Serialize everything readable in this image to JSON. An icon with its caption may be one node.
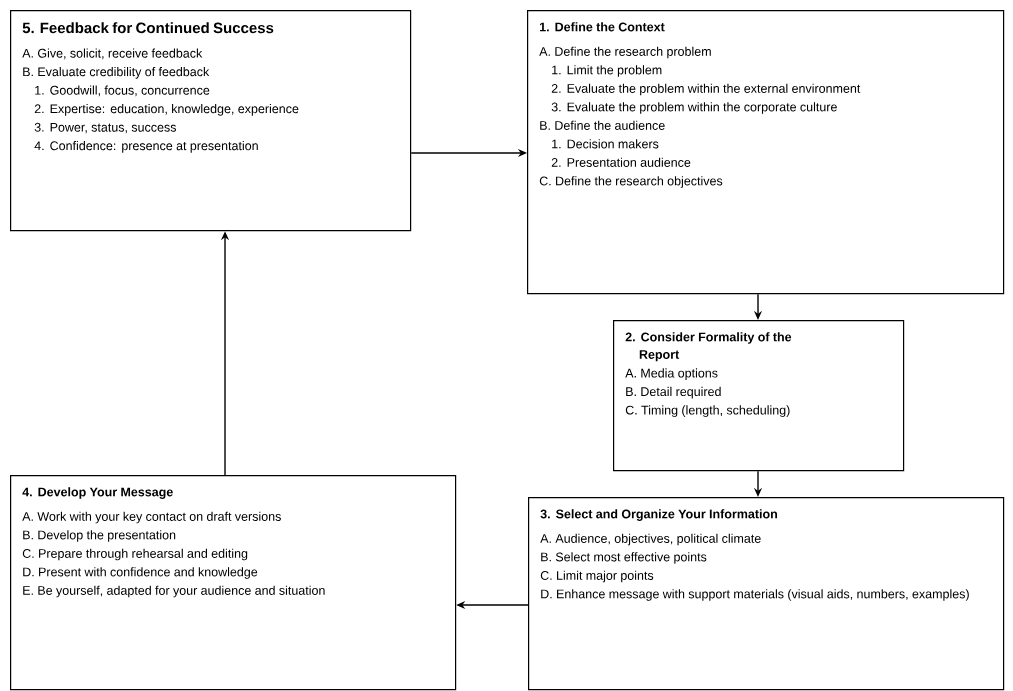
{
  "diagram": {
    "nodes": [
      {
        "text": [
          "5. Feedback for Continued Success",
          "A. Give, solicit, receive feedback",
          "B. Evaluate credibility of feedback",
          "1. Goodwill, focus, concurrence",
          "2. Expertise: education, knowledge, experience",
          "3. Power, status, success",
          "4. Confidence: presence at presentation"
        ]
      },
      {
        "text": [
          "1. Define the Context",
          "A. Define the research problem",
          "1. Limit the problem",
          "2. Evaluate the problem within the external environment",
          "3. Evaluate the problem within the corporate culture",
          "B. Define the audience",
          "1. Decision makers",
          "2. Presentation audience",
          "C. Define the research objectives"
        ]
      },
      {
        "text": [
          "2. Consider Formality of the Report",
          "A. Media options",
          "B. Detail required",
          "C. Timing (length, scheduling)"
        ]
      },
      {
        "text": [
          "3. Select and Organize Your Information",
          "A. Audience, objectives, political climate",
          "B. Select most effective points",
          "C. Limit major points",
          "D. Enhance message with support materials (visual aids, numbers, examples)"
        ]
      },
      {
        "text": [
          "4. Develop Your Message",
          "A. Work with your key contact on draft versions",
          "B. Develop the presentation",
          "C. Prepare through rehearsal and editing",
          "D. Present with confidence and knowledge",
          "E. Be yourself, adapted for your audience and situation"
        ]
      }
    ],
    "edges": [
      {
        "from": 0,
        "to": 1,
        "arrow": "to"
      },
      {
        "from": 1,
        "to": 2,
        "arrow": "to"
      },
      {
        "from": 2,
        "to": 3,
        "arrow": "to"
      },
      {
        "from": 3,
        "to": 4,
        "arrow": "to"
      },
      {
        "from": 4,
        "to": 0,
        "arrow": "to"
      }
    ]
  }
}
